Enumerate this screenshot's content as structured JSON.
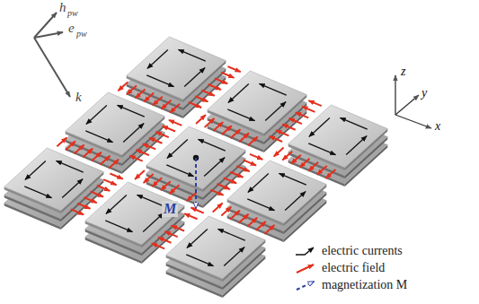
{
  "diagram": {
    "labels": [
      "h",
      "pw",
      "e",
      "pw",
      "k",
      "z",
      "y",
      "x",
      "M"
    ],
    "legend": [
      {
        "text": "electric currents"
      },
      {
        "text": "electric field"
      },
      {
        "text": "magnetization M"
      }
    ]
  }
}
